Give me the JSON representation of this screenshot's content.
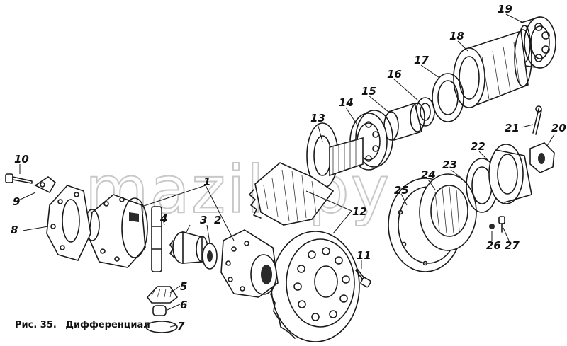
{
  "diagram": {
    "caption_prefix": "Рис. 35.",
    "caption_title": "Дифференциал",
    "watermark": "mazik.ру"
  },
  "callouts": [
    "1",
    "2",
    "3",
    "4",
    "5",
    "6",
    "7",
    "8",
    "9",
    "10",
    "11",
    "12",
    "13",
    "14",
    "15",
    "16",
    "17",
    "18",
    "19",
    "20",
    "21",
    "22",
    "23",
    "24",
    "25",
    "26",
    "27"
  ]
}
